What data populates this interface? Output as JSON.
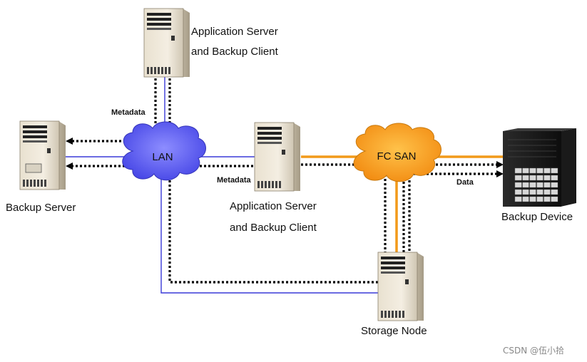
{
  "nodes": {
    "app_server_top": {
      "line1": "Application Server",
      "line2": "and Backup Client"
    },
    "app_server_mid": {
      "line1": "Application Server",
      "line2": "and Backup Client"
    },
    "backup_server": {
      "label": "Backup Server"
    },
    "storage_node": {
      "label": "Storage Node"
    },
    "backup_device": {
      "label": "Backup Device"
    }
  },
  "networks": {
    "lan": {
      "label": "LAN",
      "color": "#5b5bf0"
    },
    "fc_san": {
      "label": "FC SAN",
      "color": "#f5a21e"
    }
  },
  "flows": {
    "metadata_top": "Metadata",
    "metadata_mid": "Metadata",
    "data": "Data"
  },
  "colors": {
    "lan_link": "#3a3ad8",
    "san_link": "#f29a1a",
    "dotted_flow": "#000000"
  },
  "watermark": "CSDN @伍小拾"
}
